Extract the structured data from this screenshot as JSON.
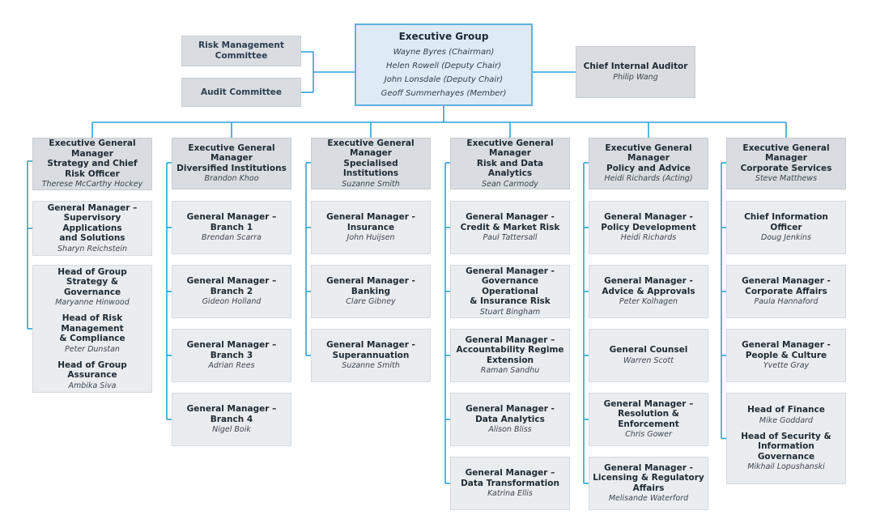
{
  "executive": {
    "title": "Executive Group",
    "members": [
      "Wayne Byres (Chairman)",
      "Helen Rowell (Deputy Chair)",
      "John Lonsdale (Deputy Chair)",
      "Geoff Summerhayes (Member)"
    ]
  },
  "committees": [
    {
      "title": "Risk Management\nCommittee"
    },
    {
      "title": "Audit Committee"
    }
  ],
  "auditor": {
    "title": "Chief Internal Auditor",
    "name": "Philip Wang"
  },
  "columns": [
    {
      "head": {
        "title": "Executive General Manager\nStrategy and Chief\nRisk Officer",
        "name": "Therese McCarthy Hockey"
      },
      "items": [
        {
          "roles": [
            {
              "title": "General Manager –\nSupervisory Applications\nand Solutions",
              "name": "Sharyn Reichstein"
            }
          ]
        },
        {
          "roles": [
            {
              "title": "Head of Group Strategy &\nGovernance",
              "name": "Maryanne Hinwood"
            },
            {
              "title": "Head of Risk Management\n& Compliance",
              "name": "Peter Dunstan"
            },
            {
              "title": "Head of Group Assurance",
              "name": "Ambika Siva"
            }
          ]
        }
      ]
    },
    {
      "head": {
        "title": "Executive General Manager\nDiversified Institutions",
        "name": "Brandon Khoo"
      },
      "items": [
        {
          "roles": [
            {
              "title": "General Manager –\nBranch 1",
              "name": "Brendan Scarra"
            }
          ]
        },
        {
          "roles": [
            {
              "title": "General Manager –\nBranch 2",
              "name": "Gideon Holland"
            }
          ]
        },
        {
          "roles": [
            {
              "title": "General Manager –\nBranch 3",
              "name": "Adrian Rees"
            }
          ]
        },
        {
          "roles": [
            {
              "title": "General Manager –\nBranch 4",
              "name": "Nigel Boik"
            }
          ]
        }
      ]
    },
    {
      "head": {
        "title": "Executive General Manager\nSpecialised Institutions",
        "name": "Suzanne Smith"
      },
      "items": [
        {
          "roles": [
            {
              "title": "General Manager -\nInsurance",
              "name": "John Huijsen"
            }
          ]
        },
        {
          "roles": [
            {
              "title": "General Manager -\nBanking",
              "name": "Clare Gibney"
            }
          ]
        },
        {
          "roles": [
            {
              "title": "General Manager -\nSuperannuation",
              "name": "Suzanne Smith"
            }
          ]
        }
      ]
    },
    {
      "head": {
        "title": "Executive General Manager\nRisk and Data Analytics",
        "name": "Sean Carmody"
      },
      "items": [
        {
          "roles": [
            {
              "title": "General Manager -\nCredit & Market Risk",
              "name": "Paul Tattersall"
            }
          ]
        },
        {
          "roles": [
            {
              "title": "General Manager -\nGovernance Operational\n& Insurance Risk",
              "name": "Stuart Bingham"
            }
          ]
        },
        {
          "roles": [
            {
              "title": "General Manager –\nAccountability Regime\nExtension",
              "name": "Raman Sandhu"
            }
          ]
        },
        {
          "roles": [
            {
              "title": "General Manager -\nData Analytics",
              "name": "Alison Bliss"
            }
          ]
        },
        {
          "roles": [
            {
              "title": "General Manager –\nData Transformation",
              "name": "Katrina Ellis"
            }
          ]
        }
      ]
    },
    {
      "head": {
        "title": "Executive General Manager\nPolicy and Advice",
        "name": "Heidi Richards (Acting)"
      },
      "items": [
        {
          "roles": [
            {
              "title": "General Manager -\nPolicy Development",
              "name": "Heidi Richards"
            }
          ]
        },
        {
          "roles": [
            {
              "title": "General Manager -\nAdvice & Approvals",
              "name": "Peter Kolhagen"
            }
          ]
        },
        {
          "roles": [
            {
              "title": "General Counsel",
              "name": "Warren Scott"
            }
          ]
        },
        {
          "roles": [
            {
              "title": "General Manager –\nResolution & Enforcement",
              "name": "Chris Gower"
            }
          ]
        },
        {
          "roles": [
            {
              "title": "General Manager -\nLicensing & Regulatory\nAffairs",
              "name": "Melisande Waterford"
            }
          ]
        }
      ]
    },
    {
      "head": {
        "title": "Executive General Manager\nCorporate Services",
        "name": "Steve Matthews"
      },
      "items": [
        {
          "roles": [
            {
              "title": "Chief Information Officer",
              "name": "Doug Jenkins"
            }
          ]
        },
        {
          "roles": [
            {
              "title": "General Manager -\nCorporate Affairs",
              "name": "Paula Hannaford"
            }
          ]
        },
        {
          "roles": [
            {
              "title": "General Manager -\nPeople & Culture",
              "name": "Yvette Gray"
            }
          ]
        },
        {
          "roles": [
            {
              "title": "Head of Finance",
              "name": "Mike Goddard"
            },
            {
              "title": "Head of Security &\nInformation Governance",
              "name": "Mikhail Lopushanski"
            }
          ]
        }
      ]
    }
  ],
  "colors": {
    "connector": "#29a3dc",
    "exec_fill": "#dcebf5",
    "head_fill": "#d9dde1",
    "item_fill": "#eaedf0"
  }
}
